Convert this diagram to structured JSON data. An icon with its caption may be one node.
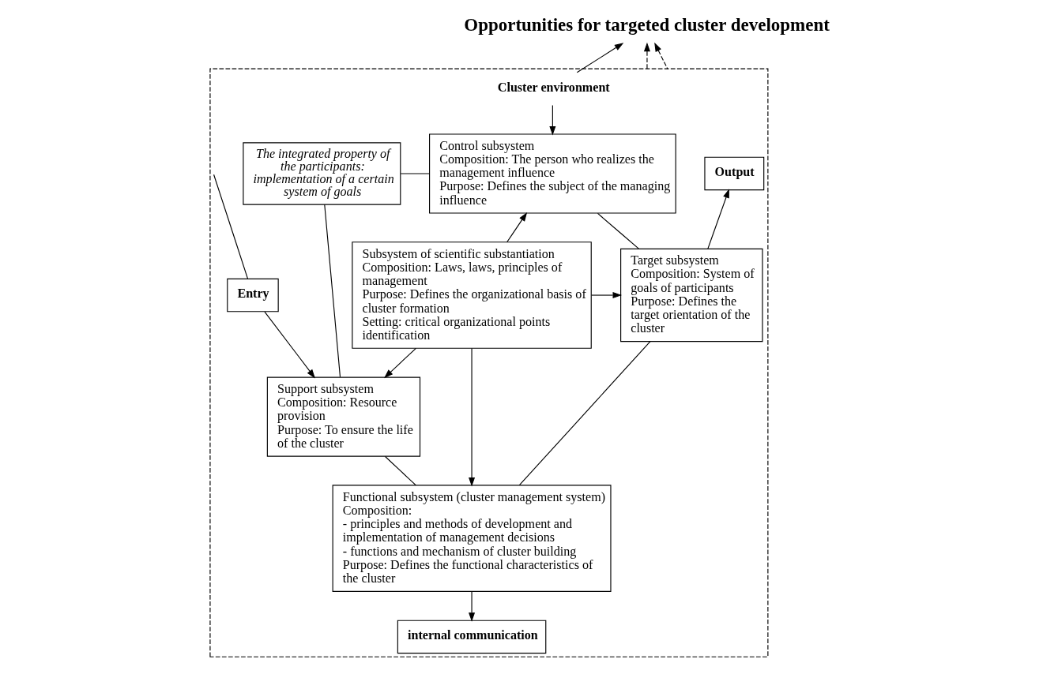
{
  "diagram": {
    "nodes": [
      {
        "text": [
          "Opportunities for targeted cluster development"
        ]
      },
      {
        "text": [],
        "shape": "box"
      },
      {
        "text": [
          "Cluster environment"
        ],
        "in": 1
      },
      {
        "text": [
          "The integrated property of the participants: implementation of a certain system of goals"
        ],
        "in": 1
      },
      {
        "text": [
          "Control subsystem",
          "Composition: The person who realizes the management influence",
          "Purpose: Defines the subject of the managing influence"
        ],
        "in": 1
      },
      {
        "text": [
          "Output"
        ],
        "in": 1
      },
      {
        "text": [
          "Entry"
        ],
        "in": 1
      },
      {
        "text": [
          "Subsystem of scientific substantiation",
          "Composition: Laws, laws, principles of management",
          "Purpose: Defines the organizational basis of cluster formation",
          "Setting: critical organizational points identification"
        ],
        "in": 1
      },
      {
        "text": [
          "Support subsystem",
          "Composition: Resource provision",
          "Purpose: To ensure the life of the cluster"
        ],
        "in": 1
      },
      {
        "text": [
          "Target subsystem",
          "Composition: System of goals of participants",
          "Purpose: Defines the target orientation of the cluster"
        ],
        "in": 1
      },
      {
        "text": [
          "Functional subsystem (cluster management system)",
          "Composition:",
          "- principles and methods of development and implementation of management decisions",
          "- functions and mechanism of cluster building",
          "Purpose: Defines the functional characteristics of the cluster"
        ],
        "in": 1
      },
      {
        "text": [
          "internal communication"
        ],
        "in": 1
      }
    ],
    "edges": [
      {
        "from": 1,
        "to": 0,
        "arrow": "to",
        "style": "dashed"
      },
      {
        "from": 1,
        "to": 0,
        "arrow": "to",
        "style": "dashed"
      },
      {
        "from": 2,
        "to": 0,
        "arrow": "to"
      },
      {
        "from": 2,
        "to": 4,
        "arrow": "to"
      },
      {
        "from": 3,
        "to": 4,
        "arrow": "none"
      },
      {
        "from": 3,
        "to": 8,
        "arrow": "none"
      },
      {
        "from": 1,
        "to": 6,
        "arrow": "none"
      },
      {
        "from": 6,
        "to": 8,
        "arrow": "to"
      },
      {
        "from": 7,
        "to": 4,
        "arrow": "to"
      },
      {
        "from": 7,
        "to": 8,
        "arrow": "to"
      },
      {
        "from": 7,
        "to": 9,
        "arrow": "to"
      },
      {
        "from": 7,
        "to": 10,
        "arrow": "to"
      },
      {
        "from": 4,
        "to": 9,
        "arrow": "none"
      },
      {
        "from": 9,
        "to": 5,
        "arrow": "to"
      },
      {
        "from": 8,
        "to": 10,
        "arrow": "none"
      },
      {
        "from": 9,
        "to": 10,
        "arrow": "none"
      },
      {
        "from": 10,
        "to": 11,
        "arrow": "to"
      }
    ]
  }
}
